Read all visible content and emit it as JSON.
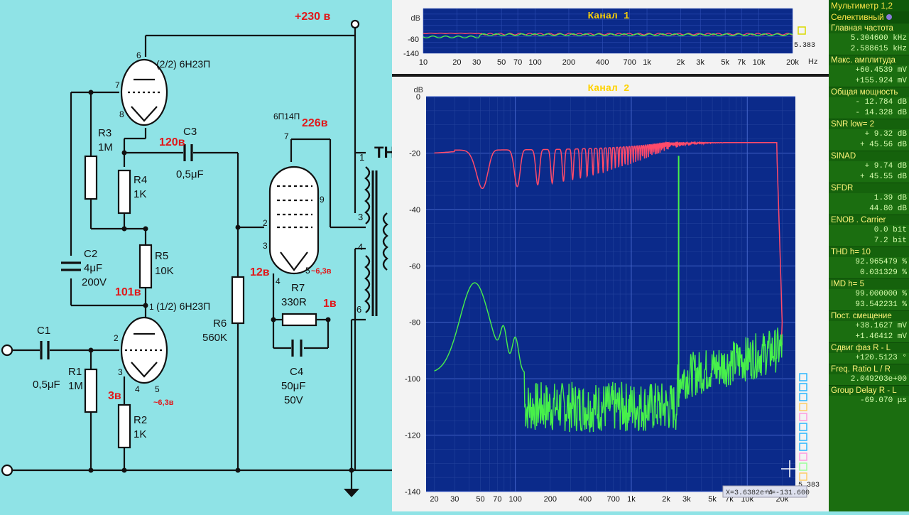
{
  "schematic": {
    "supply": "+230 в",
    "labels": {
      "tube_top": "(2/2) 6Н23П",
      "tube_bottom": "(1/2) 6Н23П",
      "tube_power": "6П14П",
      "r3": "R3",
      "r3v": "1M",
      "r4": "R4",
      "r4v": "1K",
      "r5": "R5",
      "r5v": "10K",
      "r6": "R6",
      "r6v": "560K",
      "r1": "R1",
      "r1v": "1M",
      "r2": "R2",
      "r2v": "1K",
      "r7": "R7",
      "r7v": "330R",
      "c1": "C1",
      "c1v": "0,5μF",
      "c2": "C2",
      "c2v": "4μF",
      "c2vv": "200V",
      "c3": "C3",
      "c3v": "0,5μF",
      "c4": "C4",
      "c4v": "50μF",
      "c4vv": "50V",
      "tr": "TH"
    },
    "voltages": {
      "v120": "120в",
      "v226": "226в",
      "v101": "101в",
      "v12": "12в",
      "v1": "1в",
      "v3": "3в",
      "fil1": "~6,3в",
      "fil2": "~6,3в"
    },
    "pins": {
      "p6": "6",
      "p7": "7",
      "p8": "8",
      "p1": "1",
      "p2": "2",
      "p3": "3",
      "p4": "4",
      "p5": "5",
      "pp7": "7",
      "pp2": "2",
      "pp3": "3",
      "pp9": "9",
      "pp4": "4",
      "pp5": "5",
      "t1": "1",
      "t3": "3",
      "t4": "4",
      "t6": "6"
    }
  },
  "channel1": {
    "title": "Канал 1",
    "unit_db": "dB",
    "y_ticks": [
      "-60",
      "-140"
    ],
    "x_ticks": [
      "10",
      "20",
      "30",
      "50",
      "70",
      "100",
      "200",
      "400",
      "700",
      "1k",
      "2k",
      "3k",
      "5k",
      "7k",
      "10k",
      "20k"
    ],
    "x_unit": "Hz",
    "corner_value": "5.383"
  },
  "channel2": {
    "title": "Канал 2",
    "unit_db": "dB",
    "y_ticks": [
      "0",
      "-20",
      "-40",
      "-60",
      "-80",
      "-100",
      "-120",
      "-140"
    ],
    "x_ticks": [
      "20",
      "30",
      "50",
      "70",
      "100",
      "200",
      "400",
      "700",
      "1k",
      "2k",
      "3k",
      "5k",
      "7k",
      "10k",
      "20k"
    ],
    "corner_value": "5.383",
    "cursor_readout_x": "X=3.6382e+4",
    "cursor_readout_y": "Y=-131.600"
  },
  "meter": {
    "header": "Мультиметр 1,2",
    "mode": "Селективный",
    "rows": [
      {
        "label": "Главная частота",
        "values": [
          "5.304600 kHz",
          "2.588615 kHz"
        ]
      },
      {
        "label": "Макс. амплитуда",
        "values": [
          "+60.4539 mV",
          "+155.924 mV"
        ]
      },
      {
        "label": "Общая мощность",
        "values": [
          "- 12.784 dB",
          "- 14.328 dB"
        ]
      },
      {
        "label": "SNR     low= 2",
        "values": [
          "+ 9.32 dB",
          "+ 45.56 dB"
        ]
      },
      {
        "label": "SINAD",
        "values": [
          "+ 9.74 dB",
          "+ 45.55 dB"
        ]
      },
      {
        "label": "SFDR",
        "values": [
          "1.39 dB",
          "44.80 dB"
        ]
      },
      {
        "label": "ENOB . Carrier",
        "values": [
          "0.0 bit",
          "7.2 bit"
        ]
      },
      {
        "label": "THD     h= 10",
        "values": [
          "92.965479 %",
          "0.031329 %"
        ]
      },
      {
        "label": "IMD     h= 5",
        "values": [
          "99.000000 %",
          "93.542231 %"
        ]
      },
      {
        "label": "Пост. смещение",
        "values": [
          "+38.1627 mV",
          "+1.46412 mV"
        ]
      },
      {
        "label": "Сдвиг фаз R - L",
        "values": [
          "+120.5123 °"
        ]
      },
      {
        "label": "Freq. Ratio  L / R",
        "values": [
          "2.049203e+00"
        ]
      },
      {
        "label": "Group Delay R - L",
        "values": [
          "-69.070 μs"
        ]
      }
    ]
  },
  "colors": {
    "schematic_bg": "#8fe3e6",
    "plot_bg": "#0b2a8a",
    "trace_red": "#ff4a6a",
    "trace_green": "#47f04a",
    "meter_bg": "#1b6e10",
    "title_yellow": "#ffd200",
    "voltage_red": "#e0181a"
  }
}
